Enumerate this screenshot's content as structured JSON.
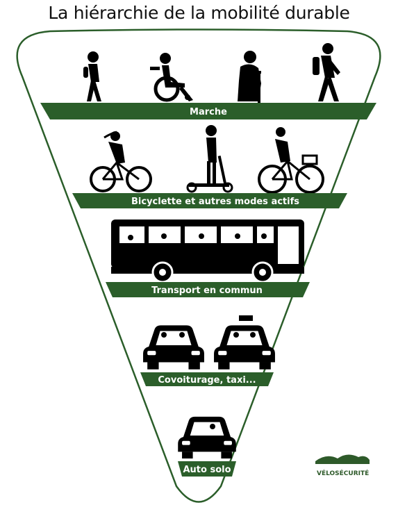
{
  "title": "La hiérarchie de la mobilité durable",
  "colors": {
    "band": "#2b5e2a",
    "outline": "#2b5e2a",
    "pictogram": "#000000",
    "label_text": "#ffffff"
  },
  "levels": [
    {
      "label": "Marche",
      "icons": [
        "walking-person-icon",
        "wheelchair-user-icon",
        "elderly-with-cane-icon",
        "hiker-icon"
      ]
    },
    {
      "label": "Bicyclette et autres modes actifs",
      "icons": [
        "cyclist-icon",
        "scooter-rider-icon",
        "cargo-cyclist-icon"
      ]
    },
    {
      "label": "Transport en commun",
      "icons": [
        "bus-icon"
      ]
    },
    {
      "label": "Covoiturage, taxi...",
      "icons": [
        "carpool-car-icon",
        "taxi-icon"
      ]
    },
    {
      "label": "Auto solo",
      "icons": [
        "solo-car-icon"
      ]
    }
  ],
  "logo": {
    "text": "VÉLOSÉCURITÉ"
  }
}
